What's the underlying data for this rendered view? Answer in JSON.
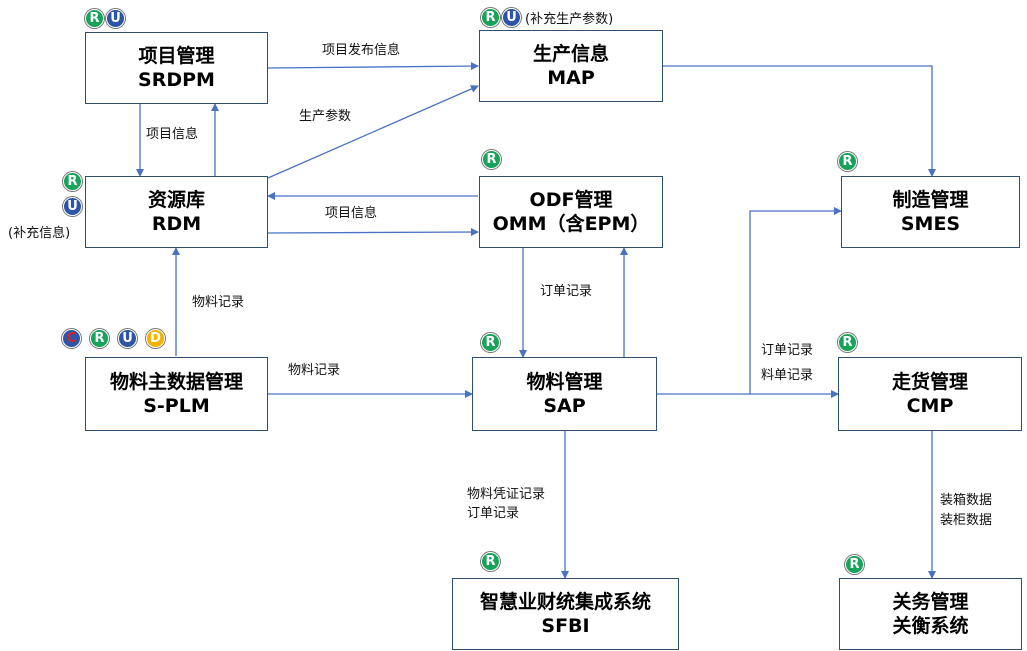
{
  "colors": {
    "line": "#4a72c4",
    "box_border": "#2f4f6f",
    "badge_R": "#17a35a",
    "badge_U": "#2c55a8",
    "badge_D": "#f0b400",
    "badge_C_text": "#e02020"
  },
  "boxes": {
    "srdpm": {
      "name": "项目管理",
      "code": "SRDPM"
    },
    "map": {
      "name": "生产信息",
      "code": "MAP"
    },
    "rdm": {
      "name": "资源库",
      "code": "RDM"
    },
    "omm": {
      "name": "ODF管理",
      "code": "OMM（含EPM）"
    },
    "smes": {
      "name": "制造管理",
      "code": "SMES"
    },
    "splm": {
      "name": "物料主数据管理",
      "code": "S-PLM"
    },
    "sap": {
      "name": "物料管理",
      "code": "SAP"
    },
    "cmp": {
      "name": "走货管理",
      "code": "CMP"
    },
    "sfbi": {
      "name": "智慧业财统集成系统",
      "code": "SFBI"
    },
    "customs": {
      "name": "关务管理",
      "code": "关衡系统"
    }
  },
  "badges": {
    "srdpm": [
      "R",
      "U"
    ],
    "map": [
      "R",
      "U"
    ],
    "map_note": "(补充生产参数)",
    "rdm": [
      "R",
      "U"
    ],
    "rdm_note": "(补充信息)",
    "omm": [
      "R"
    ],
    "smes": [
      "R"
    ],
    "splm": [
      "C",
      "R",
      "U",
      "D"
    ],
    "sap": [
      "R"
    ],
    "cmp": [
      "R"
    ],
    "sfbi": [
      "R"
    ],
    "customs": [
      "R"
    ]
  },
  "edge_labels": {
    "srdpm_to_map": "项目发布信息",
    "srdpm_to_rdm": "项目信息",
    "rdm_to_map": "生产参数",
    "rdm_omm": "项目信息",
    "splm_to_rdm": "物料记录",
    "splm_to_sap": "物料记录",
    "omm_to_sap": "订单记录",
    "sap_to_cmp_1": "订单记录",
    "sap_to_cmp_2": "料单记录",
    "sap_to_sfbi_1": "物料凭证记录",
    "sap_to_sfbi_2": "订单记录",
    "cmp_to_customs_1": "装箱数据",
    "cmp_to_customs_2": "装柜数据"
  }
}
